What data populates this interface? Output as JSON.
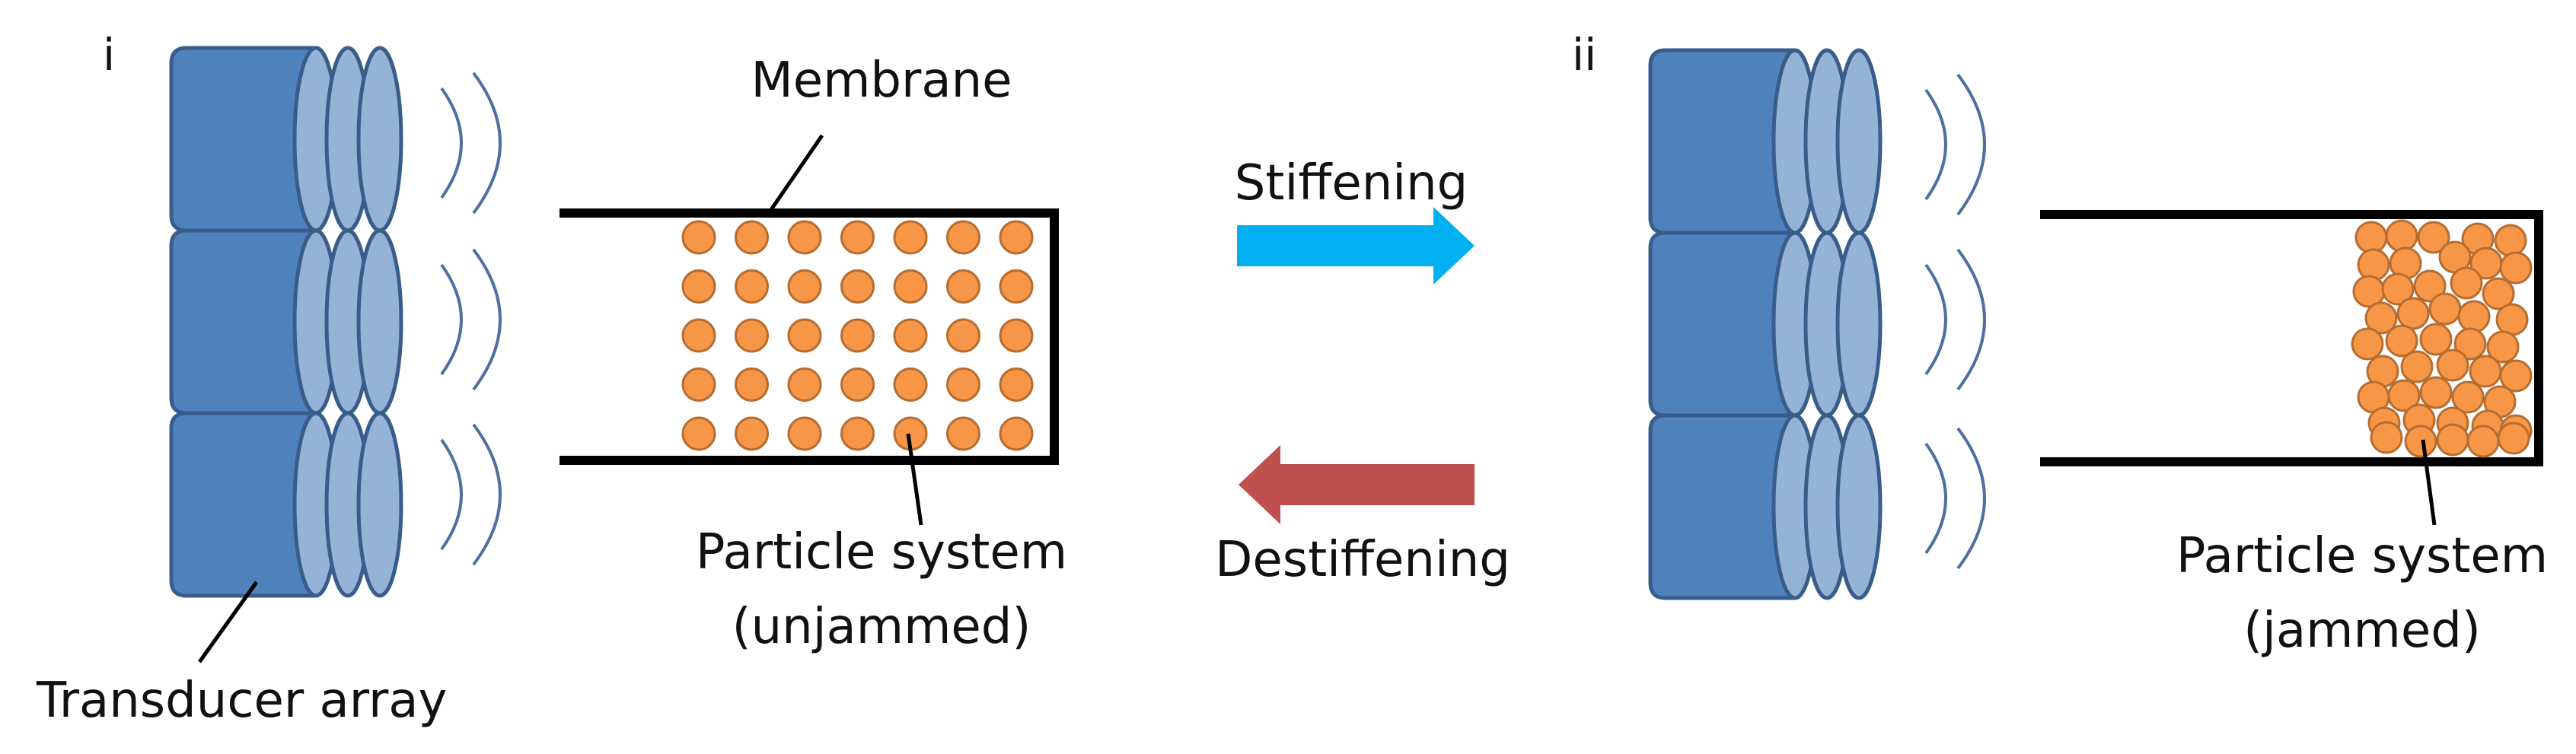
{
  "panels": {
    "left": {
      "marker": "i",
      "membrane_label": "Membrane",
      "particle_label_line1": "Particle system",
      "particle_label_line2": "(unjammed)",
      "transducer_label": "Transducer array"
    },
    "right": {
      "marker": "ii",
      "particle_label_line1": "Particle system",
      "particle_label_line2": "(jammed)"
    }
  },
  "arrows": {
    "forward_label": "Stiffening",
    "backward_label": "Destiffening"
  },
  "colors": {
    "transducer_fill": "#4f81bd",
    "transducer_stroke": "#385d8a",
    "transducer_face": "#95b3d7",
    "wave": "#4f6f9f",
    "particle_fill": "#f79646",
    "particle_stroke": "#b66d31",
    "chamber": "#000000",
    "stiffening_arrow": "#00b0f0",
    "destiffening_arrow": "#c0504d"
  },
  "icons": {
    "transducer": "transducer-cylinder-icon",
    "wave": "acoustic-wave-icon",
    "particle": "particle-circle-icon"
  }
}
